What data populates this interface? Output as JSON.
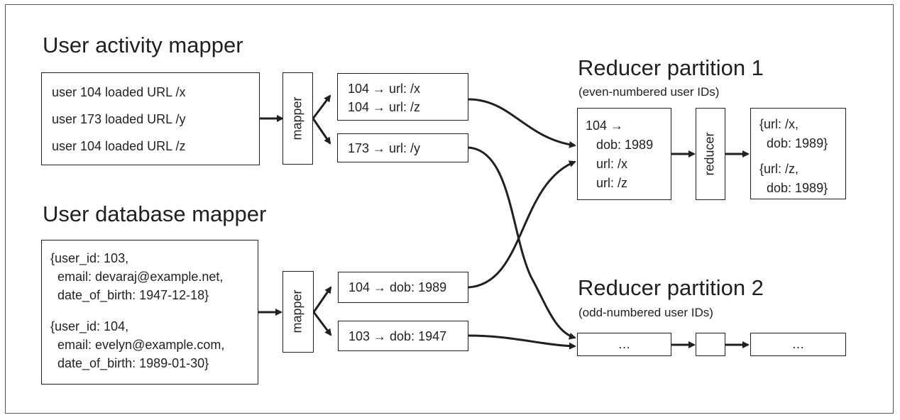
{
  "activity": {
    "heading": "User activity mapper",
    "lines": [
      "user 104 loaded URL /x",
      "user 173 loaded URL /y",
      "user 104 loaded URL /z"
    ],
    "mapper": "mapper",
    "out1": [
      "104 → url: /x",
      "104 → url: /z"
    ],
    "out2": "173 → url: /y"
  },
  "database": {
    "heading": "User database mapper",
    "rec1": [
      "{user_id: 103,",
      "  email: devaraj@example.net,",
      "  date_of_birth: 1947-12-18}"
    ],
    "rec2": [
      "{user_id: 104,",
      "  email: evelyn@example.com,",
      "  date_of_birth: 1989-01-30}"
    ],
    "mapper": "mapper",
    "out1": "104 → dob: 1989",
    "out2": "103 → dob: 1947"
  },
  "reducer1": {
    "heading": "Reducer partition 1",
    "subtitle": "(even-numbered user IDs)",
    "input": [
      "104 →",
      "   dob: 1989",
      "   url: /x",
      "   url: /z"
    ],
    "reducer": "reducer",
    "output": [
      "{url: /x,",
      "  dob: 1989}",
      "{url: /z,",
      "  dob: 1989}"
    ]
  },
  "reducer2": {
    "heading": "Reducer partition 2",
    "subtitle": "(odd-numbered user IDs)",
    "input": "…",
    "output": "…"
  }
}
